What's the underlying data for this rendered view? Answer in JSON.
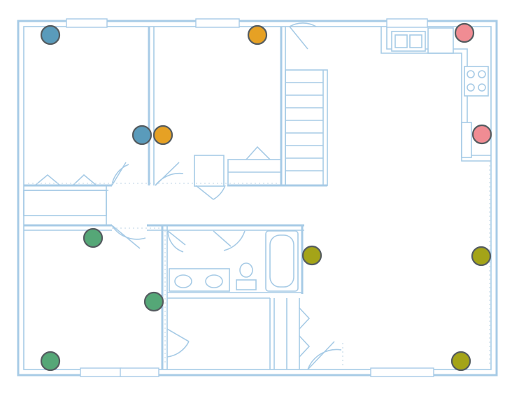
{
  "diagram": {
    "type": "floor-plan",
    "legend": [],
    "colors": {
      "wall": "#a7cbe6",
      "blue": "#5a9bbb",
      "orange": "#e6a124",
      "pink": "#f08c93",
      "green": "#55a777",
      "olive": "#a4a418",
      "marker_stroke": "#555c60"
    },
    "markers": [
      {
        "id": "m1",
        "color": "blue",
        "room": "bedroom-top-left"
      },
      {
        "id": "m2",
        "color": "blue",
        "room": "bedroom-top-left"
      },
      {
        "id": "m3",
        "color": "orange",
        "room": "bedroom-top-middle"
      },
      {
        "id": "m4",
        "color": "orange",
        "room": "bedroom-top-middle"
      },
      {
        "id": "m5",
        "color": "pink",
        "room": "kitchen"
      },
      {
        "id": "m6",
        "color": "pink",
        "room": "kitchen"
      },
      {
        "id": "m7",
        "color": "green",
        "room": "bedroom-bottom-left"
      },
      {
        "id": "m8",
        "color": "green",
        "room": "bedroom-bottom-left"
      },
      {
        "id": "m9",
        "color": "green",
        "room": "bedroom-bottom-left"
      },
      {
        "id": "m10",
        "color": "olive",
        "room": "living-room"
      },
      {
        "id": "m11",
        "color": "olive",
        "room": "living-room"
      },
      {
        "id": "m12",
        "color": "olive",
        "room": "living-room"
      }
    ]
  }
}
